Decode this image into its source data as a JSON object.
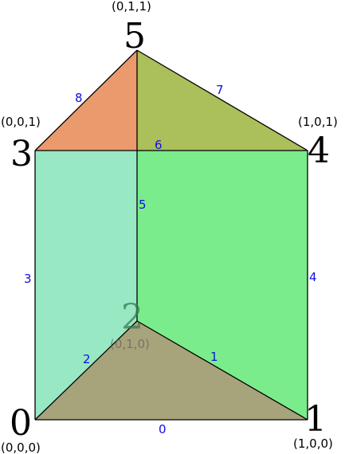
{
  "vertices": [
    {
      "id": "0",
      "coord": "(0,0,0)"
    },
    {
      "id": "1",
      "coord": "(1,0,0)"
    },
    {
      "id": "2",
      "coord": "(0,1,0)"
    },
    {
      "id": "3",
      "coord": "(0,0,1)"
    },
    {
      "id": "4",
      "coord": "(1,0,1)"
    },
    {
      "id": "5",
      "coord": "(0,1,1)"
    }
  ],
  "edges": [
    "0",
    "1",
    "2",
    "3",
    "4",
    "5",
    "6",
    "7",
    "8"
  ],
  "colors": {
    "face_left": "#98e8c4",
    "face_right": "#7aec8c",
    "face_bottom": "#a7a47c",
    "face_top_left": "#eb9a6d",
    "face_top_right": "#abbf5a",
    "edge_label": "#1010e0"
  }
}
